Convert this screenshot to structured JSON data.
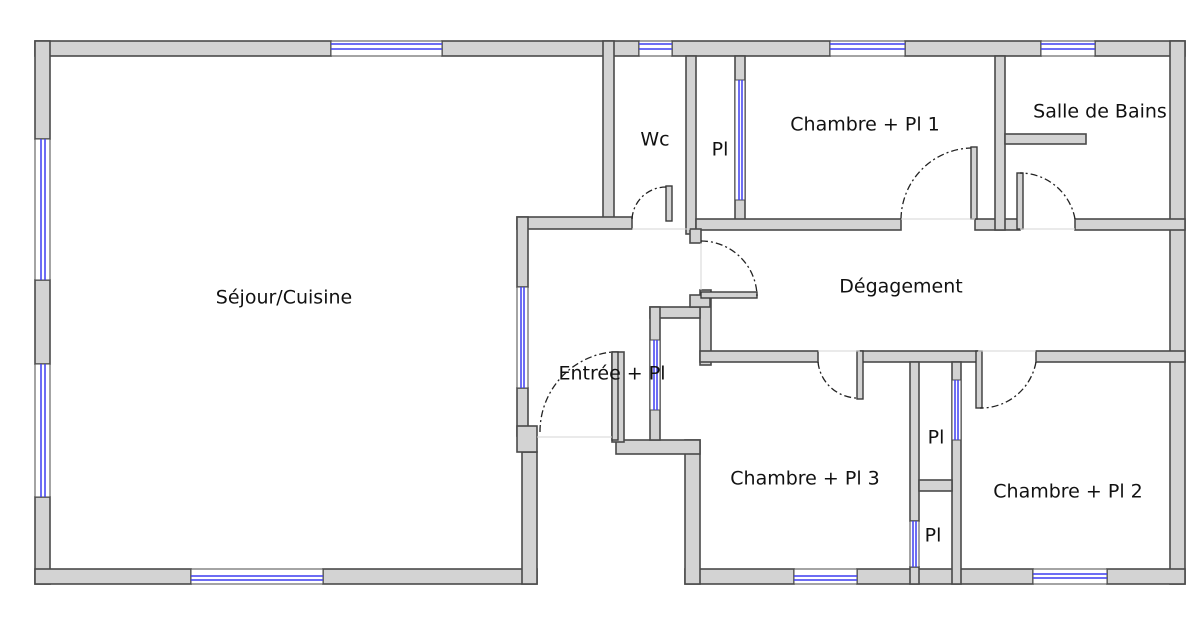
{
  "rooms": {
    "sejour": "Séjour/Cuisine",
    "wc": "Wc",
    "placard_top": "Pl",
    "chambre1": "Chambre + Pl 1",
    "salle_de_bains": "Salle de Bains",
    "degagement": "Dégagement",
    "entree": "Entrée + Pl",
    "chambre3": "Chambre + Pl 3",
    "placard_mid": "Pl",
    "placard_low": "Pl",
    "chambre2": "Chambre + Pl 2"
  },
  "colors": {
    "wall_fill": "#d3d3d3",
    "wall_stroke": "#4a4a4a",
    "glass": "#3d3df0"
  }
}
